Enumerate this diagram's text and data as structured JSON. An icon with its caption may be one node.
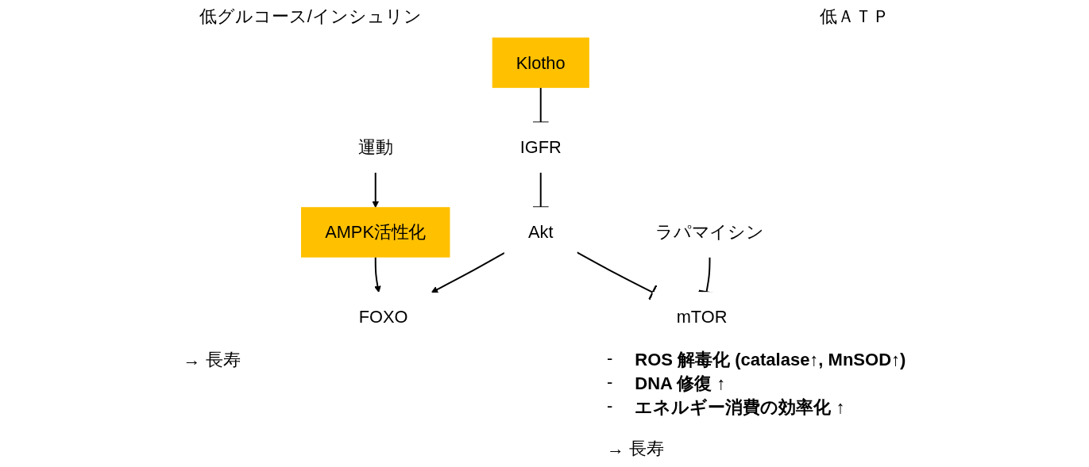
{
  "diagram": {
    "nodes": [
      {
        "text": [
          "Klotho"
        ]
      },
      {
        "text": [
          "IGFR"
        ]
      },
      {
        "text": [
          "AMPK活性化"
        ]
      },
      {
        "text": [
          "運動"
        ]
      },
      {
        "text": [
          "Akt"
        ]
      },
      {
        "text": [
          "FOXO"
        ]
      },
      {
        "text": [
          "ラパマイシン"
        ]
      },
      {
        "text": [
          "mTOR"
        ]
      }
    ],
    "edges": [
      {
        "from": 0,
        "to": 1,
        "arrow": "other"
      },
      {
        "from": 3,
        "to": 2,
        "arrow": "to"
      },
      {
        "from": 1,
        "to": 4,
        "arrow": "other"
      },
      {
        "from": 2,
        "to": 5,
        "arrow": "to"
      },
      {
        "from": 4,
        "to": 5,
        "arrow": "to"
      },
      {
        "from": 4,
        "to": 7,
        "arrow": "other"
      },
      {
        "from": 6,
        "to": 7,
        "arrow": "other"
      }
    ],
    "labels": [
      "低グルコース/インシュリン",
      "低ＡＴＰ",
      "-",
      "ROS 解毒化 (catalase↑, MnSOD↑)",
      "-",
      "DNA 修復 ↑",
      "-",
      "エネルギー消費の効率化 ↑",
      "→ 長寿",
      "→ 長寿"
    ]
  }
}
